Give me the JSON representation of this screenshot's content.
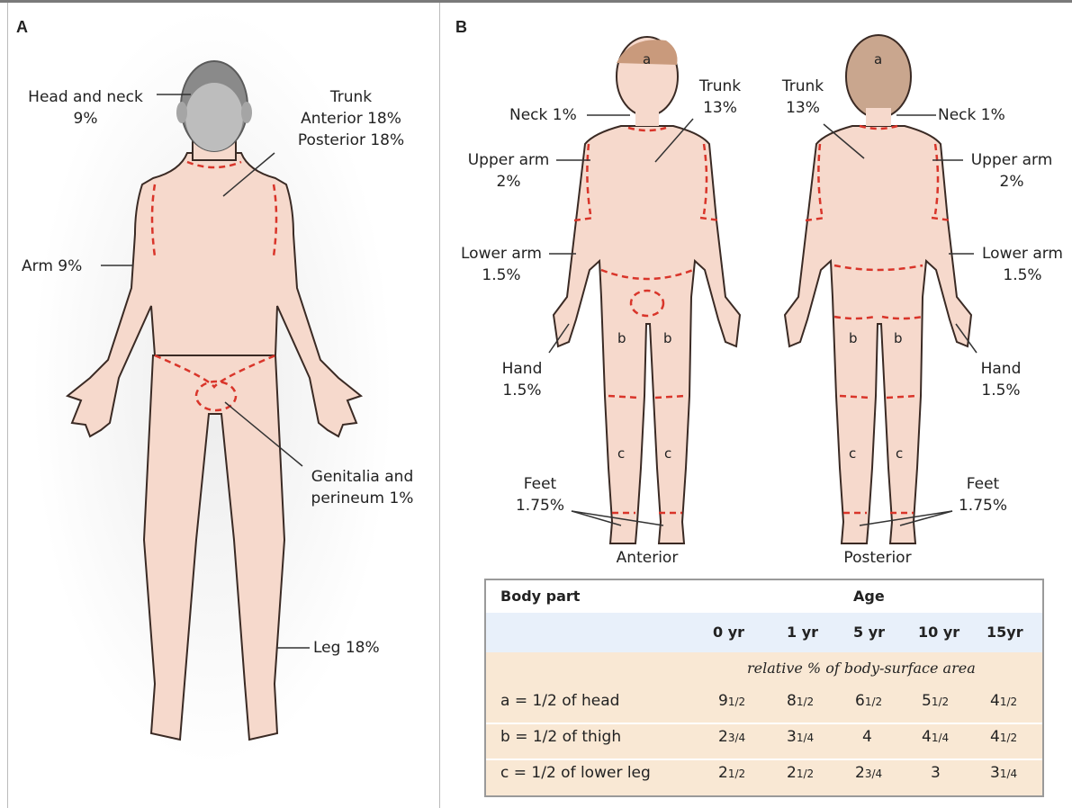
{
  "panels": {
    "a": "A",
    "b": "B"
  },
  "panel_a": {
    "head_neck": [
      "Head and neck",
      "9%"
    ],
    "trunk": [
      "Trunk",
      "Anterior 18%",
      "Posterior 18%"
    ],
    "arm": "Arm 9%",
    "genitalia": [
      "Genitalia and",
      "perineum 1%"
    ],
    "leg": "Leg 18%"
  },
  "panel_b": {
    "neck_left": "Neck 1%",
    "neck_right": "Neck 1%",
    "trunk_left": [
      "Trunk",
      "13%"
    ],
    "trunk_right": [
      "Trunk",
      "13%"
    ],
    "upper_arm_left": [
      "Upper arm",
      "2%"
    ],
    "upper_arm_right": [
      "Upper arm",
      "2%"
    ],
    "lower_arm_left": [
      "Lower arm",
      "1.5%"
    ],
    "lower_arm_right": [
      "Lower arm",
      "1.5%"
    ],
    "hand_left": [
      "Hand",
      "1.5%"
    ],
    "hand_right": [
      "Hand",
      "1.5%"
    ],
    "feet_left": [
      "Feet",
      "1.75%"
    ],
    "feet_right": [
      "Feet",
      "1.75%"
    ],
    "letters": {
      "a": "a",
      "b": "b",
      "c": "c"
    },
    "anterior": "Anterior",
    "posterior": "Posterior"
  },
  "table": {
    "col_body_part": "Body part",
    "col_age": "Age",
    "ages": [
      "0 yr",
      "1 yr",
      "5 yr",
      "10 yr",
      "15yr"
    ],
    "subheader": "relative % of body-surface area",
    "rows": [
      {
        "label": "a = 1/2 of head",
        "values": [
          [
            "9",
            "1/2"
          ],
          [
            "8",
            "1/2"
          ],
          [
            "6",
            "1/2"
          ],
          [
            "5",
            "1/2"
          ],
          [
            "4",
            "1/2"
          ]
        ]
      },
      {
        "label": "b = 1/2 of thigh",
        "values": [
          [
            "2",
            "3/4"
          ],
          [
            "3",
            "1/4"
          ],
          [
            "4",
            ""
          ],
          [
            "4",
            "1/4"
          ],
          [
            "4",
            "1/2"
          ]
        ]
      },
      {
        "label": "c = 1/2 of lower leg",
        "values": [
          [
            "2",
            "1/2"
          ],
          [
            "2",
            "1/2"
          ],
          [
            "2",
            "3/4"
          ],
          [
            "3",
            ""
          ],
          [
            "3",
            "1/4"
          ]
        ]
      }
    ]
  },
  "colors": {
    "skin": "#f6d9cc",
    "skin_edge": "#3a2a24",
    "dash": "#d9352a",
    "table_blue": "#e8f0fa",
    "table_tan": "#f9e8d4"
  }
}
